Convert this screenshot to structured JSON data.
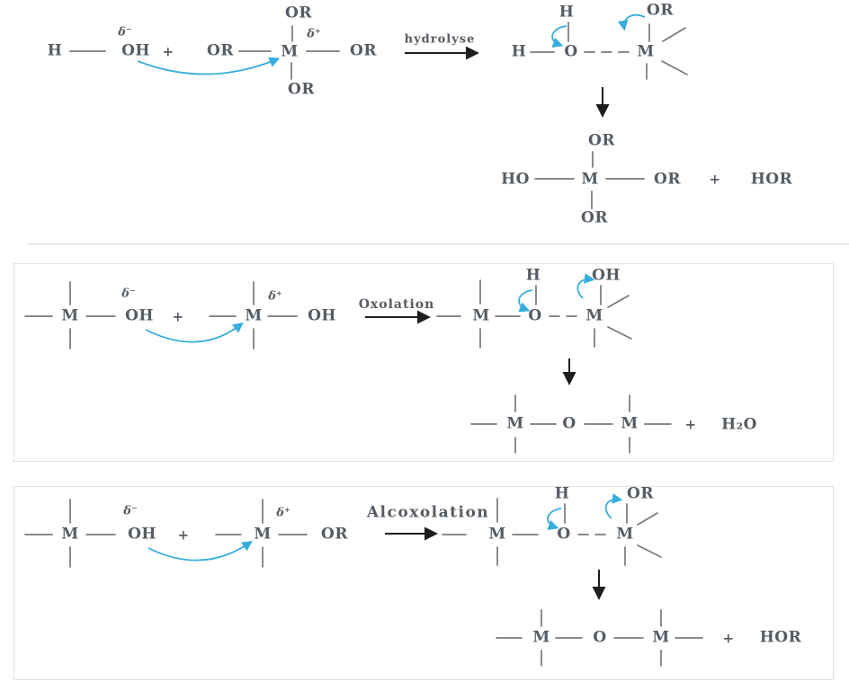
{
  "labels": {
    "H": "H",
    "O": "O",
    "M": "M",
    "OH": "OH",
    "OR": "OR",
    "HO": "HO",
    "HOR": "HOR",
    "H2O": "H₂O",
    "plus": "+",
    "delta_minus": "δ⁻",
    "delta_plus": "δ⁺"
  },
  "reactions": [
    {
      "id": "hydrolysis",
      "arrow_label": "hydrolyse"
    },
    {
      "id": "oxolation",
      "arrow_label": "Oxolation"
    },
    {
      "id": "alcoxolation",
      "arrow_label": "Alcoxolation"
    }
  ],
  "colors": {
    "text": "#565c63",
    "bond": "#75797e",
    "electron_arrow": "#36aedd",
    "reaction_arrow": "#1e1e1e",
    "panel_border": "#e2e2e6",
    "divider": "#d8d8db",
    "background": "#ffffff"
  }
}
